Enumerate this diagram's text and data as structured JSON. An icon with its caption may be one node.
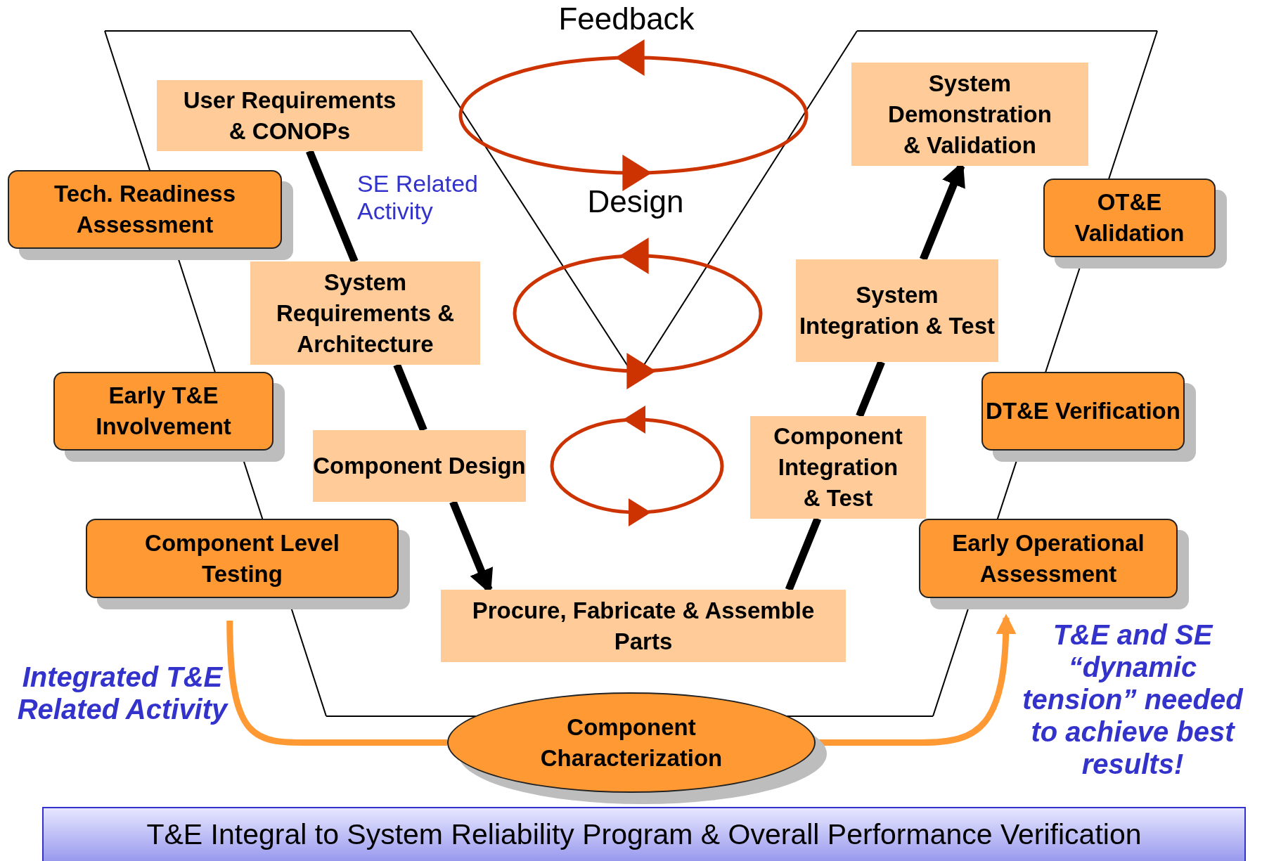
{
  "diagram": {
    "caption": "T&E Integral to System Reliability Program & Overall Performance Verification",
    "nodes": [
      {
        "text": [
          "User Requirements & CONOPs"
        ]
      },
      {
        "text": [
          "Tech. Readiness Assessment"
        ]
      },
      {
        "text": [
          "System Requirements & Architecture"
        ]
      },
      {
        "text": [
          "Early T&E Involvement"
        ]
      },
      {
        "text": [
          "Component Design"
        ]
      },
      {
        "text": [
          "Component Level Testing"
        ]
      },
      {
        "text": [
          "Procure, Fabricate & Assemble Parts"
        ]
      },
      {
        "text": [
          "Component Characterization"
        ]
      },
      {
        "text": [
          "Component Integration & Test"
        ]
      },
      {
        "text": [
          "System Integration & Test"
        ]
      },
      {
        "text": [
          "System Demonstration & Validation"
        ]
      },
      {
        "text": [
          "OT&E Validation"
        ]
      },
      {
        "text": [
          "DT&E Verification"
        ]
      },
      {
        "text": [
          "Early Operational Assessment"
        ]
      }
    ],
    "edges": [
      {
        "from": 0,
        "to": 2,
        "arrow": "none"
      },
      {
        "from": 2,
        "to": 4,
        "arrow": "none"
      },
      {
        "from": 4,
        "to": 6,
        "arrow": "to"
      },
      {
        "from": 6,
        "to": 8,
        "arrow": "none"
      },
      {
        "from": 8,
        "to": 9,
        "arrow": "none"
      },
      {
        "from": 9,
        "to": 10,
        "arrow": "to"
      },
      {
        "from": 5,
        "to": 7,
        "arrow": "none",
        "color": "#ff9933"
      },
      {
        "from": 7,
        "to": 13,
        "arrow": "to",
        "color": "#ff9933"
      }
    ],
    "labels": [
      "Feedback",
      "Design",
      "SE Related Activity",
      "Integrated T&E Related Activity",
      "T&E and SE “dynamic tension” needed to achieve best results!"
    ]
  }
}
